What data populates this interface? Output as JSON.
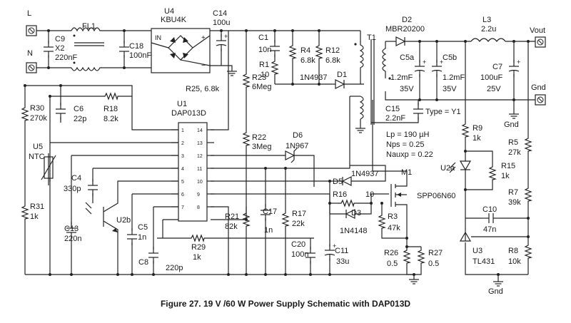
{
  "caption": "Figure 27. 19 V /60 W Power Supply Schematic with DAP013D",
  "terminals": {
    "line": "L",
    "neutral": "N",
    "vout": "Vout",
    "gnd": "Gnd"
  },
  "ground_labels": {
    "secondary": "Gnd",
    "reference": "Gnd"
  },
  "components": {
    "c9": {
      "ref": "C9",
      "value": "X2"
    },
    "c9v": {
      "value": "220nF"
    },
    "fl1": {
      "ref": "FL1"
    },
    "c18": {
      "ref": "C18",
      "value": "100nF"
    },
    "u4": {
      "ref": "U4",
      "value": "KBU4K",
      "pin_in": "IN",
      "pin_plus": "+",
      "pin_minus": "−"
    },
    "c14": {
      "ref": "C14",
      "value": "100u"
    },
    "c1": {
      "ref": "C1",
      "value": "10n"
    },
    "r1": {
      "ref": "R1",
      "value": "10"
    },
    "r4": {
      "ref": "R4",
      "value": "6.8k"
    },
    "r12": {
      "ref": "R12",
      "value": "6.8k"
    },
    "d1": {
      "ref": "D1",
      "value": "1N4937"
    },
    "t1": {
      "ref": "T1"
    },
    "r23": {
      "ref": "R23",
      "value": "6Meg"
    },
    "r25": {
      "label": "R25, 6.8k"
    },
    "d2": {
      "ref": "D2",
      "value": "MBR20200"
    },
    "l3": {
      "ref": "L3",
      "value": "2.2u"
    },
    "c5a": {
      "ref": "C5a",
      "value": "1.2mF",
      "voltage": "35V"
    },
    "c5b": {
      "ref": "C5b",
      "value": "1.2mF",
      "voltage": "35V"
    },
    "c7": {
      "ref": "C7",
      "value": "100uF",
      "voltage": "25V"
    },
    "c15": {
      "ref": "C15",
      "value": "2.2nF",
      "type": "Type = Y1"
    },
    "r30": {
      "ref": "R30",
      "value": "270k"
    },
    "c6": {
      "ref": "C6",
      "value": "22p"
    },
    "r18": {
      "ref": "R18",
      "value": "8.2k"
    },
    "u1": {
      "ref": "U1",
      "value": "DAP013D"
    },
    "u5": {
      "ref": "U5",
      "value": "NTC"
    },
    "c4": {
      "ref": "C4",
      "value": "330p"
    },
    "u2b": {
      "ref": "U2b"
    },
    "c5": {
      "ref": "C5",
      "value": "1n"
    },
    "r31": {
      "ref": "R31",
      "value": "1k"
    },
    "c13": {
      "ref": "C13",
      "value": "220n"
    },
    "r29": {
      "ref": "R29",
      "value": "1k"
    },
    "c8": {
      "ref": "C8",
      "value": "220p"
    },
    "r22": {
      "ref": "R22",
      "value": "3Meg"
    },
    "d6": {
      "ref": "D6",
      "value": "1N967"
    },
    "d5": {
      "ref": "D5",
      "value": "1N4937"
    },
    "m1": {
      "ref": "M1",
      "value": "SPP06N60"
    },
    "r16": {
      "ref": "R16",
      "value": "10"
    },
    "d3": {
      "ref": "D3",
      "value": "1N4148"
    },
    "r3": {
      "ref": "R3",
      "value": "47k"
    },
    "r21": {
      "ref": "R21",
      "value": "82k"
    },
    "c17": {
      "ref": "C17",
      "value": "1n"
    },
    "r17": {
      "ref": "R17",
      "value": "22k"
    },
    "c20": {
      "ref": "C20",
      "value": "100n"
    },
    "c11": {
      "ref": "C11",
      "value": "33u"
    },
    "r26": {
      "ref": "R26",
      "value": "0.5"
    },
    "r27": {
      "ref": "R27",
      "value": "0.5"
    },
    "r9": {
      "ref": "R9",
      "value": "1k"
    },
    "u2a": {
      "ref": "U2a"
    },
    "r15": {
      "ref": "R15",
      "value": "1k"
    },
    "r5": {
      "ref": "R5",
      "value": "27k"
    },
    "r7": {
      "ref": "R7",
      "value": "39k"
    },
    "c10": {
      "ref": "C10",
      "value": "47n"
    },
    "u3": {
      "ref": "U3",
      "value": "TL431"
    },
    "r8": {
      "ref": "R8",
      "value": "10k"
    }
  },
  "transformer_specs": {
    "lp": "Lp = 190 µH",
    "nps": "Nps = 0.25",
    "nauxp": "Nauxp = 0.22"
  },
  "u1_pins": [
    "1",
    "2",
    "3",
    "4",
    "5",
    "6",
    "7",
    "8",
    "9",
    "10",
    "11",
    "12",
    "13",
    "14"
  ]
}
